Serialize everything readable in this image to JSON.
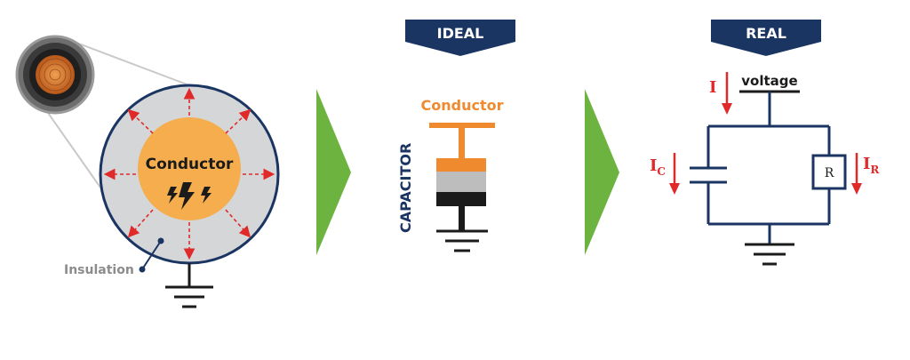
{
  "left_panel": {
    "conductor_label": "Conductor",
    "insulation_label": "Insulation"
  },
  "ideal_panel": {
    "banner": "IDEAL",
    "conductor_label": "Conductor",
    "capacitor_label": "CAPACITOR"
  },
  "real_panel": {
    "banner": "REAL",
    "voltage_label": "voltage",
    "current_label": "I",
    "current_c_main": "I",
    "current_c_sub": "C",
    "current_r_main": "I",
    "current_r_sub": "R",
    "resistor_label": "R"
  },
  "colors": {
    "navy": "#1b3563",
    "orange": "#f08a2e",
    "conductor_fill": "#f5ad4d",
    "insulation_fill": "#d5d6d8",
    "green_arrow": "#6db33f",
    "red": "#e02a2a",
    "gray_text": "#8c8c8c"
  }
}
